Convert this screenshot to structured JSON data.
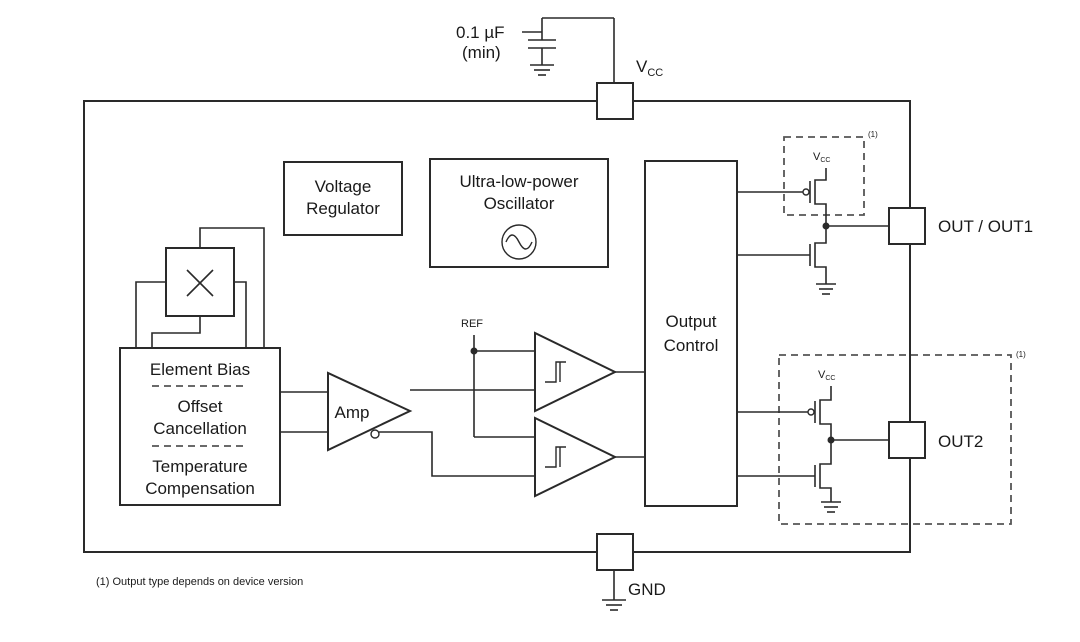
{
  "capacitor": {
    "value": "0.1 µF",
    "note": "(min)"
  },
  "pins": {
    "vcc": "V",
    "vcc_sub": "CC",
    "gnd": "GND",
    "out1": "OUT / OUT1",
    "out2": "OUT2"
  },
  "blocks": {
    "voltage_regulator": [
      "Voltage",
      "Regulator"
    ],
    "oscillator": [
      "Ultra-low-power",
      "Oscillator"
    ],
    "output_control": [
      "Output",
      "Control"
    ],
    "amp": "Amp",
    "element_bias": "Element Bias",
    "offset_cancellation": [
      "Offset",
      "Cancellation"
    ],
    "temperature_compensation": [
      "Temperature",
      "Compensation"
    ]
  },
  "ref_label": "REF",
  "transistor_vcc": {
    "main": "V",
    "sub": "CC"
  },
  "footnote_marker": "(1)",
  "footnote": "(1) Output type depends on device version"
}
